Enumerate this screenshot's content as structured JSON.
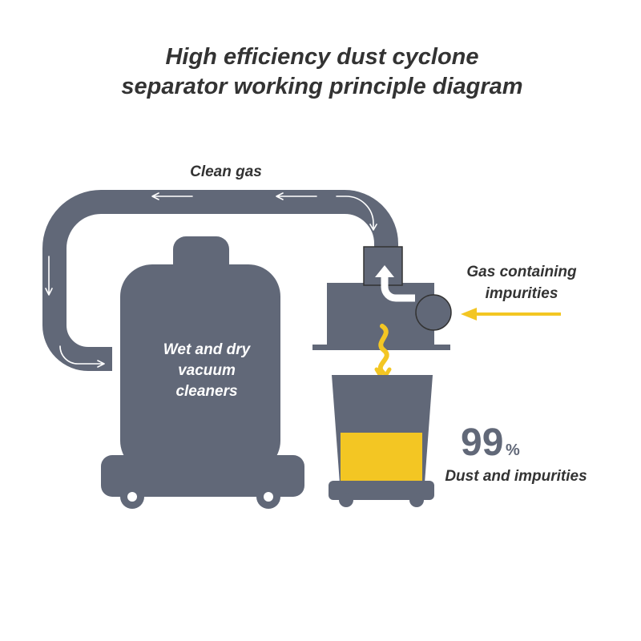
{
  "title": {
    "line1": "High efficiency dust cyclone",
    "line2": "separator working principle diagram"
  },
  "labels": {
    "clean_gas": "Clean gas",
    "gas_in_line1": "Gas containing",
    "gas_in_line2": "impurities",
    "vacuum_line1": "Wet and dry",
    "vacuum_line2": "vacuum",
    "vacuum_line3": "cleaners",
    "efficiency_value": "99",
    "efficiency_unit": "%",
    "dust": "Dust and impurities"
  },
  "colors": {
    "machine_gray": "#616878",
    "accent_yellow": "#f3c623",
    "text_dark": "#333333",
    "background": "#ffffff"
  },
  "icons": {
    "flow_direction": "arrow-icon",
    "dust_drop": "wavy-arrow-icon",
    "inlet": "arrow-left-icon"
  }
}
